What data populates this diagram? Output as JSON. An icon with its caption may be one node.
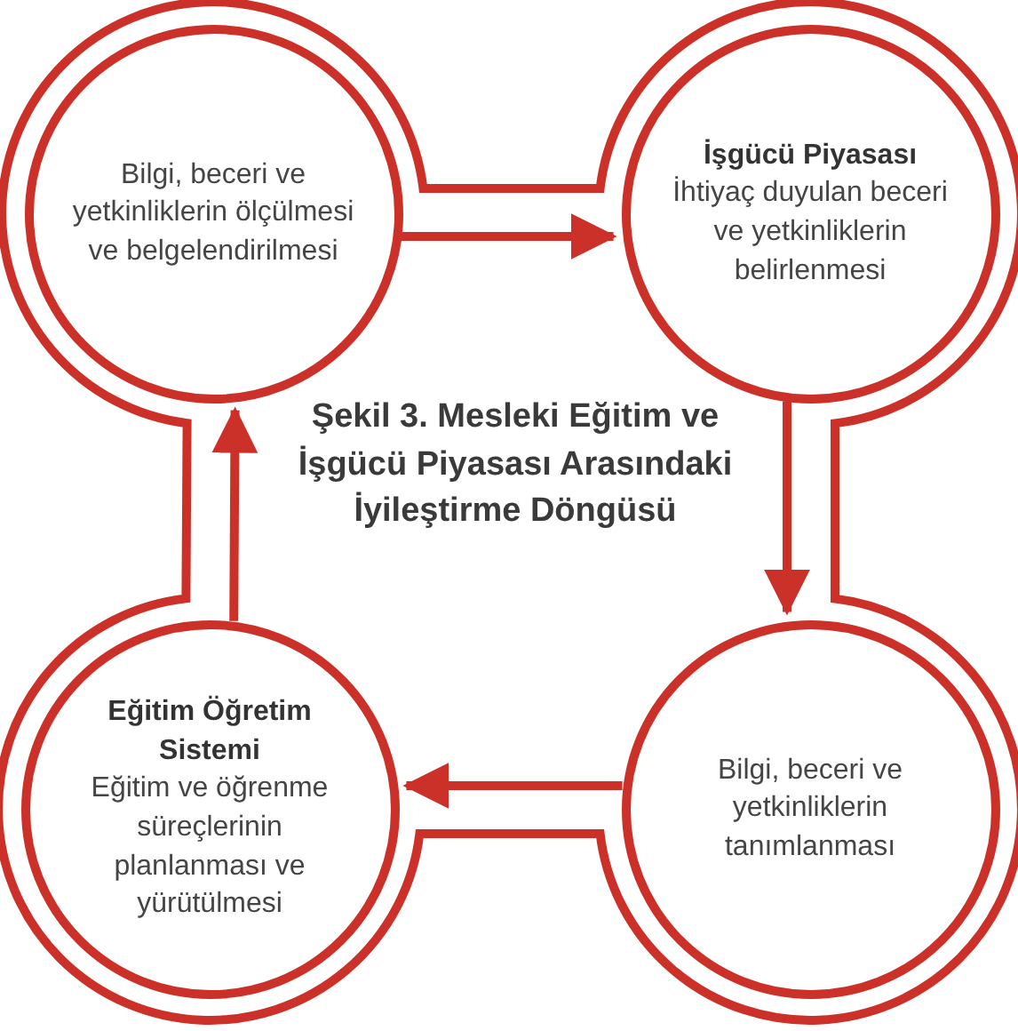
{
  "diagram": {
    "title": "Şekil 3. Mesleki Eğitim ve İşgücü Piyasası Arasındaki İyileştirme Döngüsü",
    "nodes": [
      {
        "text": [
          "Bilgi, beceri ve yetkinliklerin ölçülmesi ve belgelendirilmesi"
        ]
      },
      {
        "text": [
          "İşgücü Piyasası",
          "İhtiyaç duyulan beceri ve yetkinliklerin belirlenmesi"
        ]
      },
      {
        "text": [
          "Bilgi, beceri ve yetkinliklerin tanımlanması"
        ]
      },
      {
        "text": [
          "Eğitim Öğretim Sistemi",
          "Eğitim ve öğrenme süreçlerinin planlanması ve yürütülmesi"
        ]
      }
    ],
    "edges": [
      {
        "from": 0,
        "to": 1,
        "arrow": "to"
      },
      {
        "from": 1,
        "to": 2,
        "arrow": "to"
      },
      {
        "from": 2,
        "to": 3,
        "arrow": "to"
      },
      {
        "from": 3,
        "to": 0,
        "arrow": "to"
      }
    ]
  }
}
